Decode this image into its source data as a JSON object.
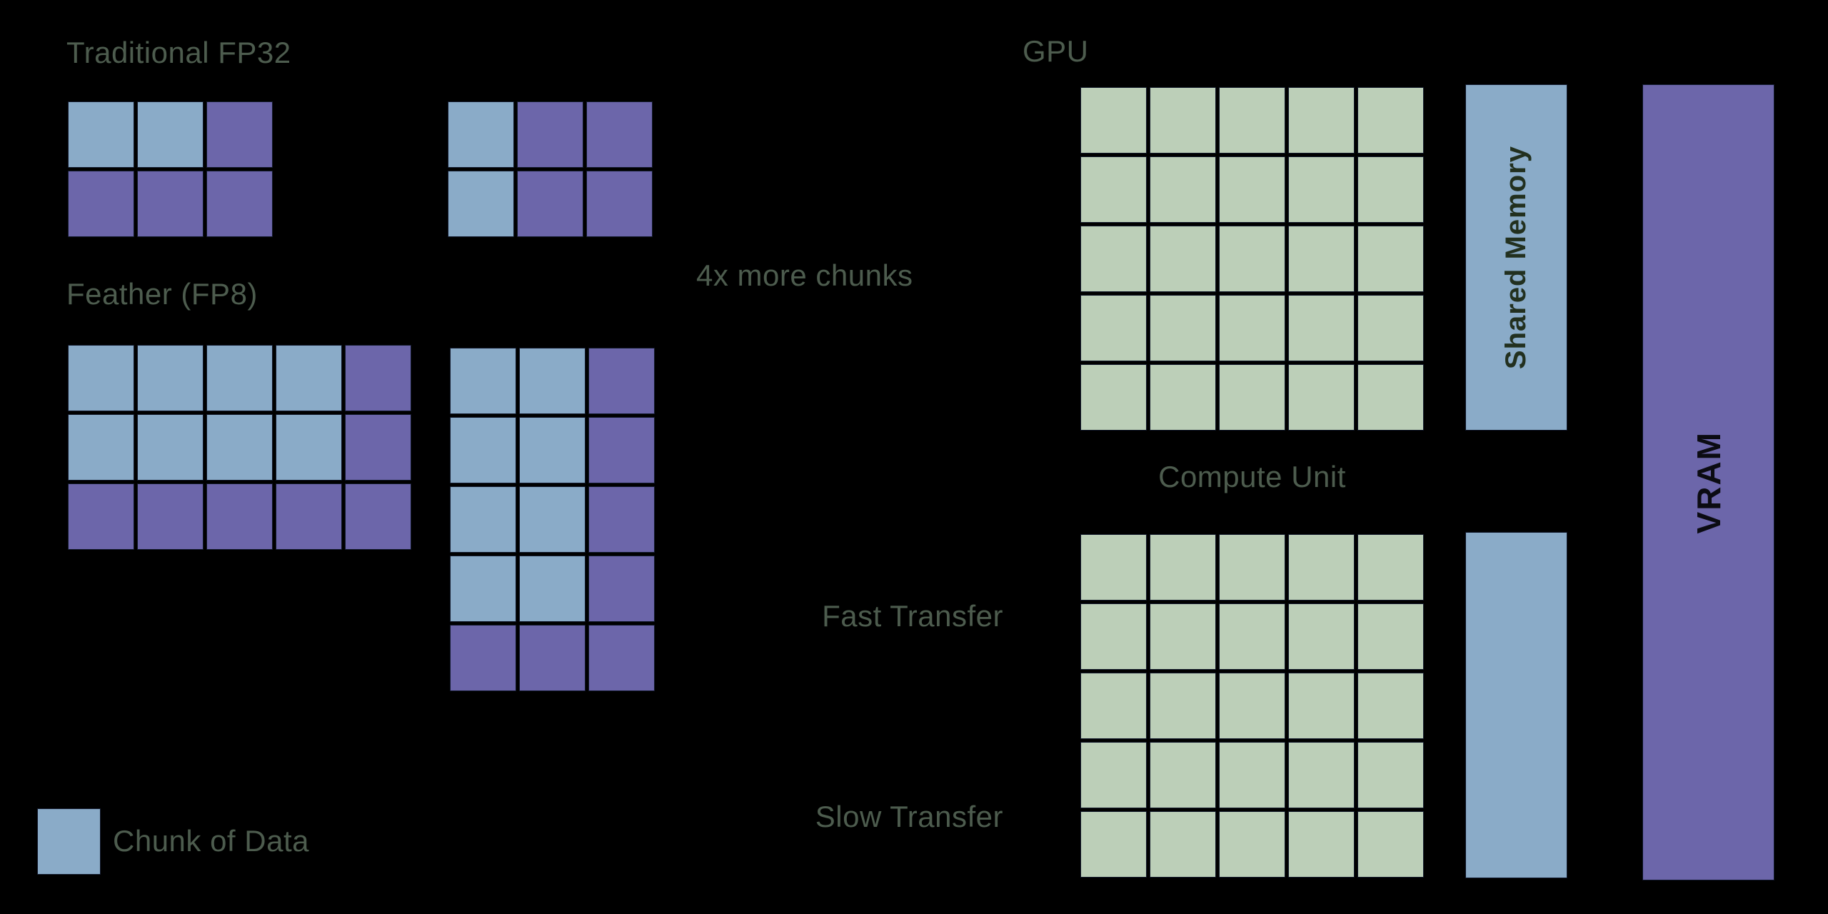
{
  "colors": {
    "background": "#000000",
    "chunk_blue": "#8aabc8",
    "chunk_purple": "#6c66aa",
    "compute_green": "#bccfb8",
    "label_green": "#4d5c4e",
    "shared_memory_text": "#22301f",
    "vram_text": "#0b0b12"
  },
  "labels": {
    "traditional_title": "Traditional FP32",
    "feather_title": "Feather (FP8)",
    "more_chunks": "4x more chunks",
    "gpu_title": "GPU",
    "compute_unit": "Compute Unit",
    "shared_memory": "Shared Memory",
    "vram": "VRAM",
    "fast_transfer": "Fast Transfer",
    "slow_transfer": "Slow Transfer",
    "legend_chunk": "Chunk of Data"
  },
  "grids": {
    "traditional_a": {
      "cols": 3,
      "cells": [
        "blue",
        "blue",
        "purple",
        "purple",
        "purple",
        "purple"
      ]
    },
    "traditional_b": {
      "cols": 3,
      "cells": [
        "blue",
        "purple",
        "purple",
        "blue",
        "purple",
        "purple"
      ]
    },
    "feather_a": {
      "cols": 5,
      "cells": [
        "blue",
        "blue",
        "blue",
        "blue",
        "purple",
        "blue",
        "blue",
        "blue",
        "blue",
        "purple",
        "purple",
        "purple",
        "purple",
        "purple",
        "purple"
      ]
    },
    "feather_b": {
      "cols": 3,
      "cells": [
        "blue",
        "blue",
        "purple",
        "blue",
        "blue",
        "purple",
        "blue",
        "blue",
        "purple",
        "blue",
        "blue",
        "purple",
        "purple",
        "purple",
        "purple"
      ]
    },
    "compute_unit_top": {
      "cols": 5,
      "cells": [
        "green",
        "green",
        "green",
        "green",
        "green",
        "green",
        "green",
        "green",
        "green",
        "green",
        "green",
        "green",
        "green",
        "green",
        "green",
        "green",
        "green",
        "green",
        "green",
        "green",
        "green",
        "green",
        "green",
        "green",
        "green"
      ]
    },
    "compute_unit_bottom": {
      "cols": 5,
      "cells": [
        "green",
        "green",
        "green",
        "green",
        "green",
        "green",
        "green",
        "green",
        "green",
        "green",
        "green",
        "green",
        "green",
        "green",
        "green",
        "green",
        "green",
        "green",
        "green",
        "green",
        "green",
        "green",
        "green",
        "green",
        "green"
      ]
    }
  }
}
